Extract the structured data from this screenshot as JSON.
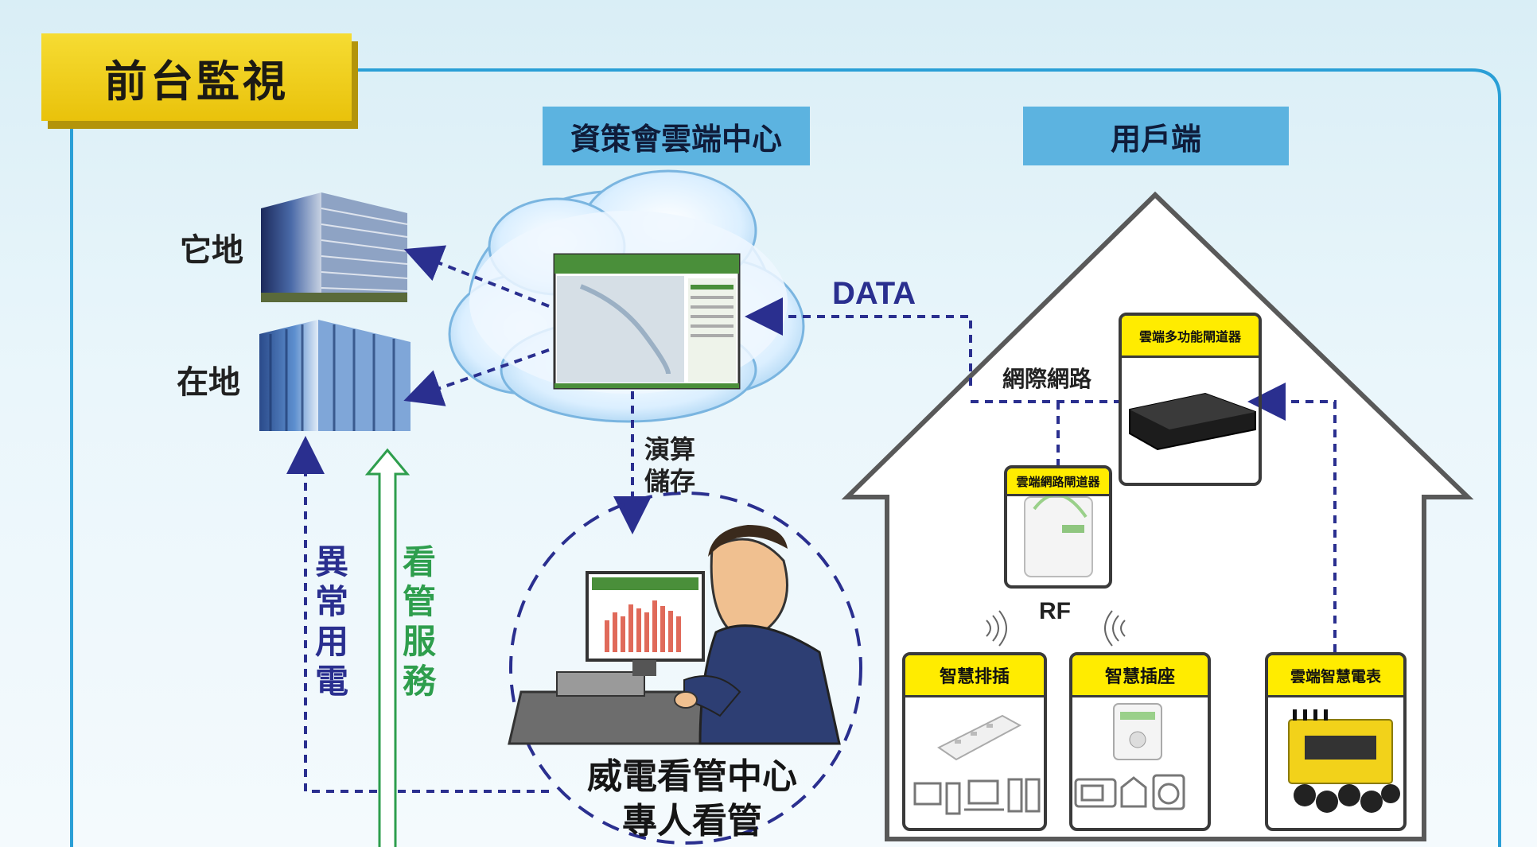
{
  "title": "前台監視",
  "sections": {
    "cloud_center": "資策會雲端中心",
    "user_end": "用戶端"
  },
  "sites": {
    "remote": "它地",
    "local": "在地"
  },
  "flows": {
    "data": "DATA",
    "internet": "網際網路",
    "compute_store": [
      "演算",
      "儲存"
    ],
    "abnormal": [
      "異",
      "常",
      "用",
      "電"
    ],
    "service": [
      "看",
      "管",
      "服",
      "務"
    ],
    "rf": "RF"
  },
  "monitor_center": {
    "line1": "威電看管中心",
    "line2": "專人看管"
  },
  "devices": {
    "multi_gateway": "雲端多功能閘道器",
    "network_gateway": "雲端網路閘道器",
    "smart_strip": "智慧排插",
    "smart_socket": "智慧插座",
    "smart_meter": "雲端智慧電表"
  },
  "colors": {
    "navy": "#2a2f8f",
    "green": "#2e9e4d",
    "frame": "#2a9fd6",
    "yellow": "#ffec00",
    "house": "#555555"
  }
}
